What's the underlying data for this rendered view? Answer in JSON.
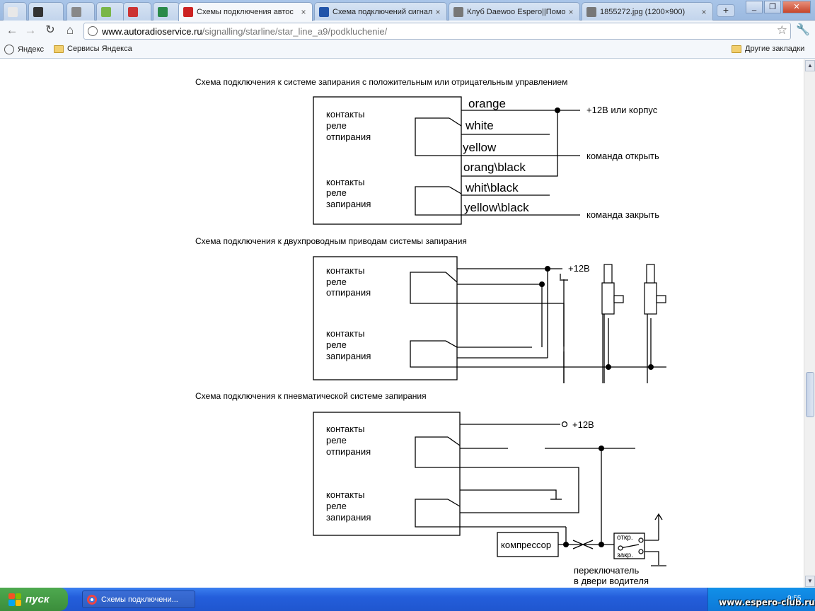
{
  "tabs": [
    {
      "title": "",
      "icon": "yandex-icon",
      "color": "#e8e8e8"
    },
    {
      "title": "",
      "icon": "site-icon",
      "color": "#333333"
    },
    {
      "title": "",
      "icon": "globe-icon",
      "color": "#888888"
    },
    {
      "title": "",
      "icon": "avast-icon",
      "color": "#7ab648"
    },
    {
      "title": "",
      "icon": "mm-icon",
      "color": "#cc3333"
    },
    {
      "title": "",
      "icon": "person-icon",
      "color": "#2a8a4a"
    },
    {
      "title": "Схемы подключения автос",
      "icon": "kpc-icon",
      "color": "#cc2222",
      "active": true
    },
    {
      "title": "Схема подключений сигнал",
      "icon": "f-icon",
      "color": "#2255aa"
    },
    {
      "title": "Клуб Daewoo Espero||Помо",
      "icon": "shield-icon",
      "color": "#777777"
    },
    {
      "title": "1855272.jpg (1200×900)",
      "icon": "shield-icon",
      "color": "#777777"
    }
  ],
  "toolbar": {
    "url_host": "www.autoradioservice.ru",
    "url_path": "/signalling/starline/star_line_a9/podkluchenie/"
  },
  "bookmarks": {
    "items": [
      {
        "label": "Яндекс",
        "icon": "yandex-icon"
      },
      {
        "label": "Сервисы Яндекса",
        "icon": "folder-icon"
      }
    ],
    "other": "Другие закладки"
  },
  "page": {
    "heading1": "Схема подключения к системе запирания с положительным или отрицательным управлением",
    "heading2": "Схема подключения к двухпроводным приводам системы запирания",
    "heading3": "Схема подключения к пневматической системе запирания"
  },
  "diagram1": {
    "relay1": [
      "контакты",
      "реле",
      "отпирания"
    ],
    "relay2": [
      "контакты",
      "реле",
      "запирания"
    ],
    "wires": [
      "orange",
      "white",
      "yellow",
      "orang\\black",
      "whit\\black",
      "yellow\\black"
    ],
    "label_power": "+12В или корпус",
    "label_open": "команда открыть",
    "label_close": "команда закрыть"
  },
  "diagram2": {
    "relay1": [
      "контакты",
      "реле",
      "отпирания"
    ],
    "relay2": [
      "контакты",
      "реле",
      "запирания"
    ],
    "label_power": "+12В"
  },
  "diagram3": {
    "relay1": [
      "контакты",
      "реле",
      "отпирания"
    ],
    "relay2": [
      "контакты",
      "реле",
      "запирания"
    ],
    "label_power": "+12В",
    "compressor": "компрессор",
    "sw_open": "откр.",
    "sw_close": "закр.",
    "switch_label1": "переключатель",
    "switch_label2": "в двери водителя"
  },
  "taskbar": {
    "start": "пуск",
    "task": "Схемы подключени...",
    "watermark": "www.espero-club.ru",
    "clock": "9:55"
  }
}
